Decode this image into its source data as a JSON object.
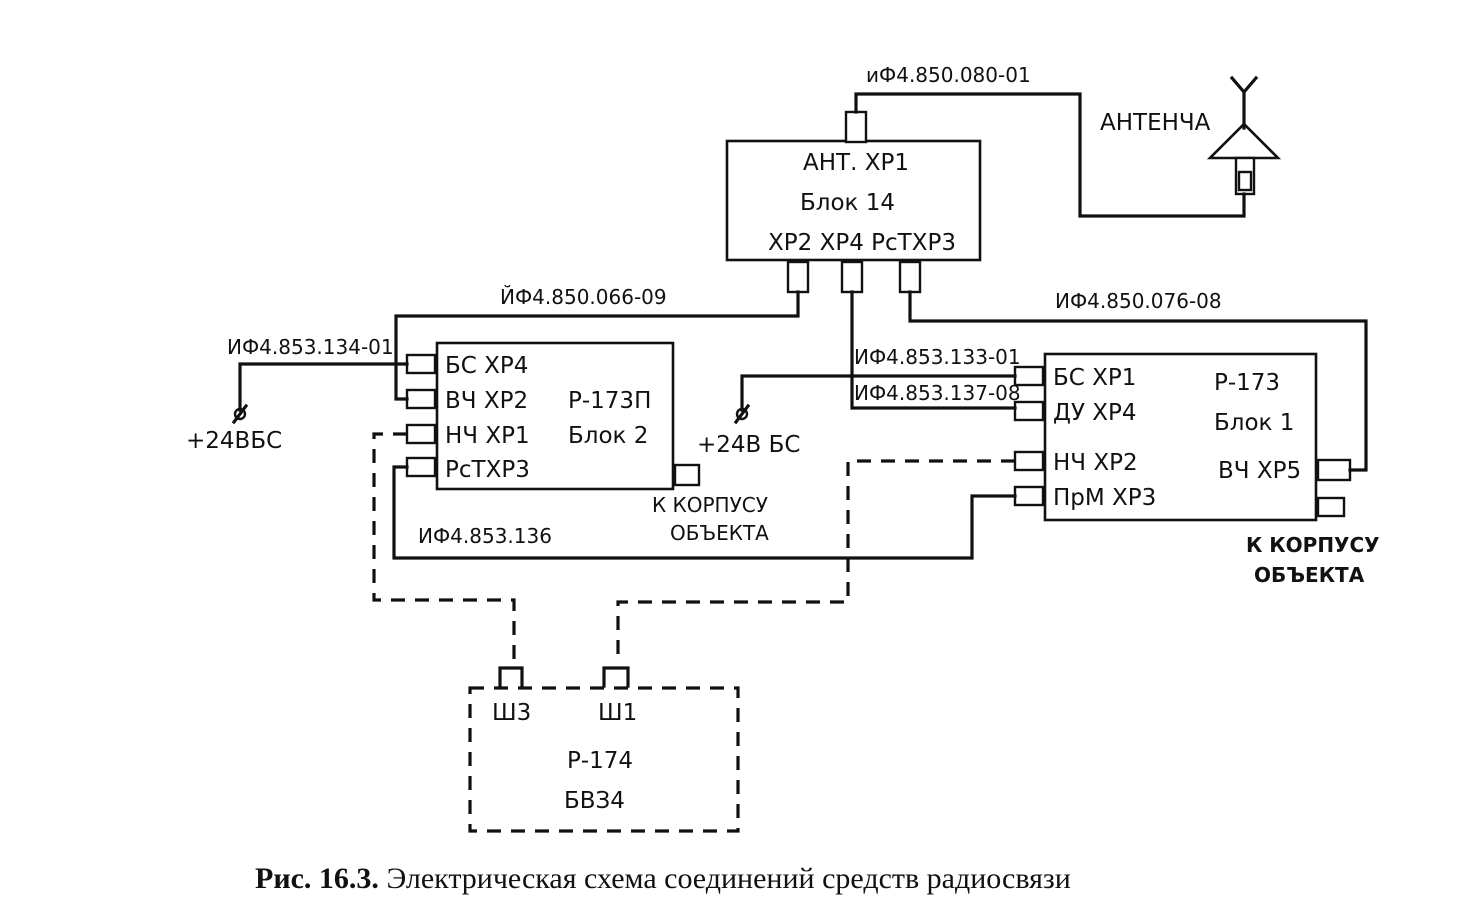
{
  "antenna": {
    "label": "АНТЕНЧА"
  },
  "blok14": {
    "line1": "АНТ. ХР1",
    "line2": "Блок 14",
    "ports": "ХР2  ХР4  РсТХР3"
  },
  "r173p": {
    "ports": [
      "БС ХР4",
      "ВЧ ХР2",
      "НЧ ХР1",
      "РсТХР3"
    ],
    "title": "Р-173П",
    "subtitle": "Блок 2",
    "ground": [
      "К КОРПУСУ",
      "ОБЪЕКТА"
    ]
  },
  "r173": {
    "ports": [
      "БС ХР1",
      "ДУ ХР4",
      "НЧ ХР2",
      "ПрМ ХР3"
    ],
    "title": "Р-173",
    "subtitle": "Блок 1",
    "rf_port": "ВЧ ХР5",
    "ground": [
      "К КОРПУСУ",
      "ОБЪЕКТА"
    ]
  },
  "r174": {
    "title": "Р-174",
    "subtitle": "БВЗ4",
    "conn1": "Ш3",
    "conn2": "Ш1"
  },
  "cables": {
    "c080": "иФ4.850.080-01",
    "c066": "ЙФ4.850.066-09",
    "c076": "ИФ4.850.076-08",
    "c134": "ИФ4.853.134-01",
    "c133": "ИФ4.853.133-01",
    "c137": "ИФ4.853.137-08",
    "c136": "ИФ4.853.136"
  },
  "power": {
    "left": "+24ВБС",
    "right": "+24В БС"
  },
  "caption": {
    "number": "Рис. 16.3.",
    "text": " Электрическая схема соединений средств радиосвязи"
  }
}
